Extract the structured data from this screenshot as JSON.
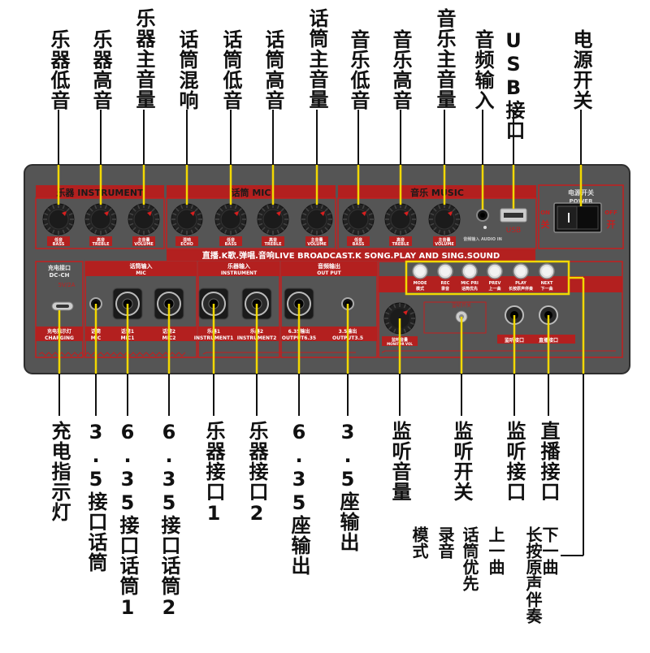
{
  "top_labels": [
    {
      "key": "inst_bass",
      "text": "乐器低音"
    },
    {
      "key": "inst_treble",
      "text": "乐器高音"
    },
    {
      "key": "inst_volume",
      "text": "乐器主音量"
    },
    {
      "key": "mic_echo",
      "text": "话筒混响"
    },
    {
      "key": "mic_bass",
      "text": "话筒低音"
    },
    {
      "key": "mic_treble",
      "text": "话筒高音"
    },
    {
      "key": "mic_volume",
      "text": "话筒主音量"
    },
    {
      "key": "music_bass",
      "text": "音乐低音"
    },
    {
      "key": "music_treble",
      "text": "音乐高音"
    },
    {
      "key": "music_volume",
      "text": "音乐主音量"
    },
    {
      "key": "audio_in",
      "text": "音频输入"
    },
    {
      "key": "usb",
      "text": "USB接口"
    },
    {
      "key": "power",
      "text": "电源开关"
    }
  ],
  "bottom_labels": [
    {
      "key": "charge",
      "text": "充电指示灯"
    },
    {
      "key": "mic35",
      "text": "3.5接口话筒"
    },
    {
      "key": "mic1",
      "text": "6.35接口话筒1"
    },
    {
      "key": "mic2",
      "text": "6.35接口话筒2"
    },
    {
      "key": "inst1",
      "text": "乐器接口1"
    },
    {
      "key": "inst2",
      "text": "乐器接口2"
    },
    {
      "key": "out635",
      "text": "6.35座输出"
    },
    {
      "key": "out35",
      "text": "3.5座输出"
    },
    {
      "key": "mon_vol",
      "text": "监听音量"
    },
    {
      "key": "mon_sw",
      "text": "监听开关"
    },
    {
      "key": "mon_jack",
      "text": "监听接口"
    },
    {
      "key": "direct",
      "text": "直播接口"
    }
  ],
  "button_labels": [
    {
      "key": "mode",
      "text": "模式"
    },
    {
      "key": "rec",
      "text": "录音"
    },
    {
      "key": "mic_pri",
      "text": "话筒优先"
    },
    {
      "key": "prev",
      "text": "上一曲"
    },
    {
      "key": "play",
      "text": "长按原声伴奏"
    },
    {
      "key": "next",
      "text": "下一曲"
    }
  ],
  "panel": {
    "section_instrument": "乐器  INSTRUMENT",
    "section_mic": "话筒  MIC",
    "section_music": "音乐  MUSIC",
    "power_title": "电源开关",
    "power_sub": "POWER",
    "power_on": "ON",
    "power_on_cn": "开",
    "power_off": "OFF",
    "power_off_cn": "关",
    "banner": "直播.K歌.弹唱.音响LIVE BROADCAST.K SONG.PLAY AND SING.SOUND",
    "knob_labels": [
      {
        "cn": "低音",
        "en": "BASS"
      },
      {
        "cn": "高音",
        "en": "TREBLE"
      },
      {
        "cn": "主音量",
        "en": "VOLUME"
      },
      {
        "cn": "混响",
        "en": "ECHO"
      },
      {
        "cn": "低音",
        "en": "BASS"
      },
      {
        "cn": "高音",
        "en": "TREBLE"
      },
      {
        "cn": "主音量",
        "en": "VOLUME"
      },
      {
        "cn": "低音",
        "en": "BASS"
      },
      {
        "cn": "高音",
        "en": "TREBLE"
      },
      {
        "cn": "主音量",
        "en": "VOLUME"
      }
    ],
    "audio_in_label": "音频输入 AUDIO IN",
    "usb_label": "USB",
    "charge_title": "充电接口",
    "charge_sub": "DC-CH",
    "charge_spec": "5V/2A",
    "charge_bottom": "充电指示灯",
    "charge_bottom_en": "CHARGING",
    "mic_in_title": "话筒输入",
    "mic_in_sub": "MIC",
    "inst_in_title": "乐器输入",
    "inst_in_sub": "INSTRUMENT",
    "out_title": "音频输出",
    "out_sub": "OUT PUT",
    "jack_labels": [
      {
        "cn": "话筒",
        "en": "MIC"
      },
      {
        "cn": "话筒1",
        "en": "MIC1"
      },
      {
        "cn": "话筒2",
        "en": "MIC2"
      },
      {
        "cn": "乐器1",
        "en": "INSTRUMENT1"
      },
      {
        "cn": "乐器2",
        "en": "INSTRUMENT2"
      },
      {
        "cn": "6.35输出",
        "en": "OUTPUT6.35"
      },
      {
        "cn": "3.5输出",
        "en": "OUTPUT3.5"
      }
    ],
    "buttons": [
      {
        "en": "MODE",
        "cn": "模式"
      },
      {
        "en": "REC",
        "cn": "录音"
      },
      {
        "en": "MIC PRI",
        "cn": "话筒优先"
      },
      {
        "en": "PREV",
        "cn": "上一曲"
      },
      {
        "en": "PLAY",
        "cn": "长按原声伴奏"
      },
      {
        "en": "NEXT",
        "cn": "下一曲"
      }
    ],
    "monitor_vol": "监听音量",
    "monitor_vol_en": "MONITOR VOL",
    "monitor_sw": "监听开关",
    "monitor_jack": "监听接口",
    "direct_jack": "直播接口"
  },
  "colors": {
    "panel": "#555555",
    "panel_dark": "#3a3a3a",
    "red_line": "#c41e1e",
    "red_fill": "#b3201f",
    "yellow": "#f2d800",
    "leader": "#111111",
    "knob": "#1b1b1b",
    "knob_accent": "#d81f1f"
  }
}
